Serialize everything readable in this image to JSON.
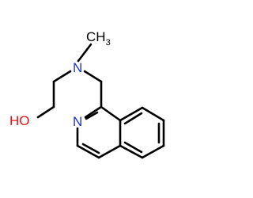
{
  "molecule": {
    "colors": {
      "bond": "#000000",
      "nitrogen": "#2233cc",
      "oxygen": "#ee1111",
      "background": "#ffffff"
    },
    "atoms": {
      "methyl": {
        "main": "CH",
        "sub": "3"
      },
      "amine_n": "N",
      "hydroxyl": "HO",
      "ring_n": "N"
    }
  }
}
